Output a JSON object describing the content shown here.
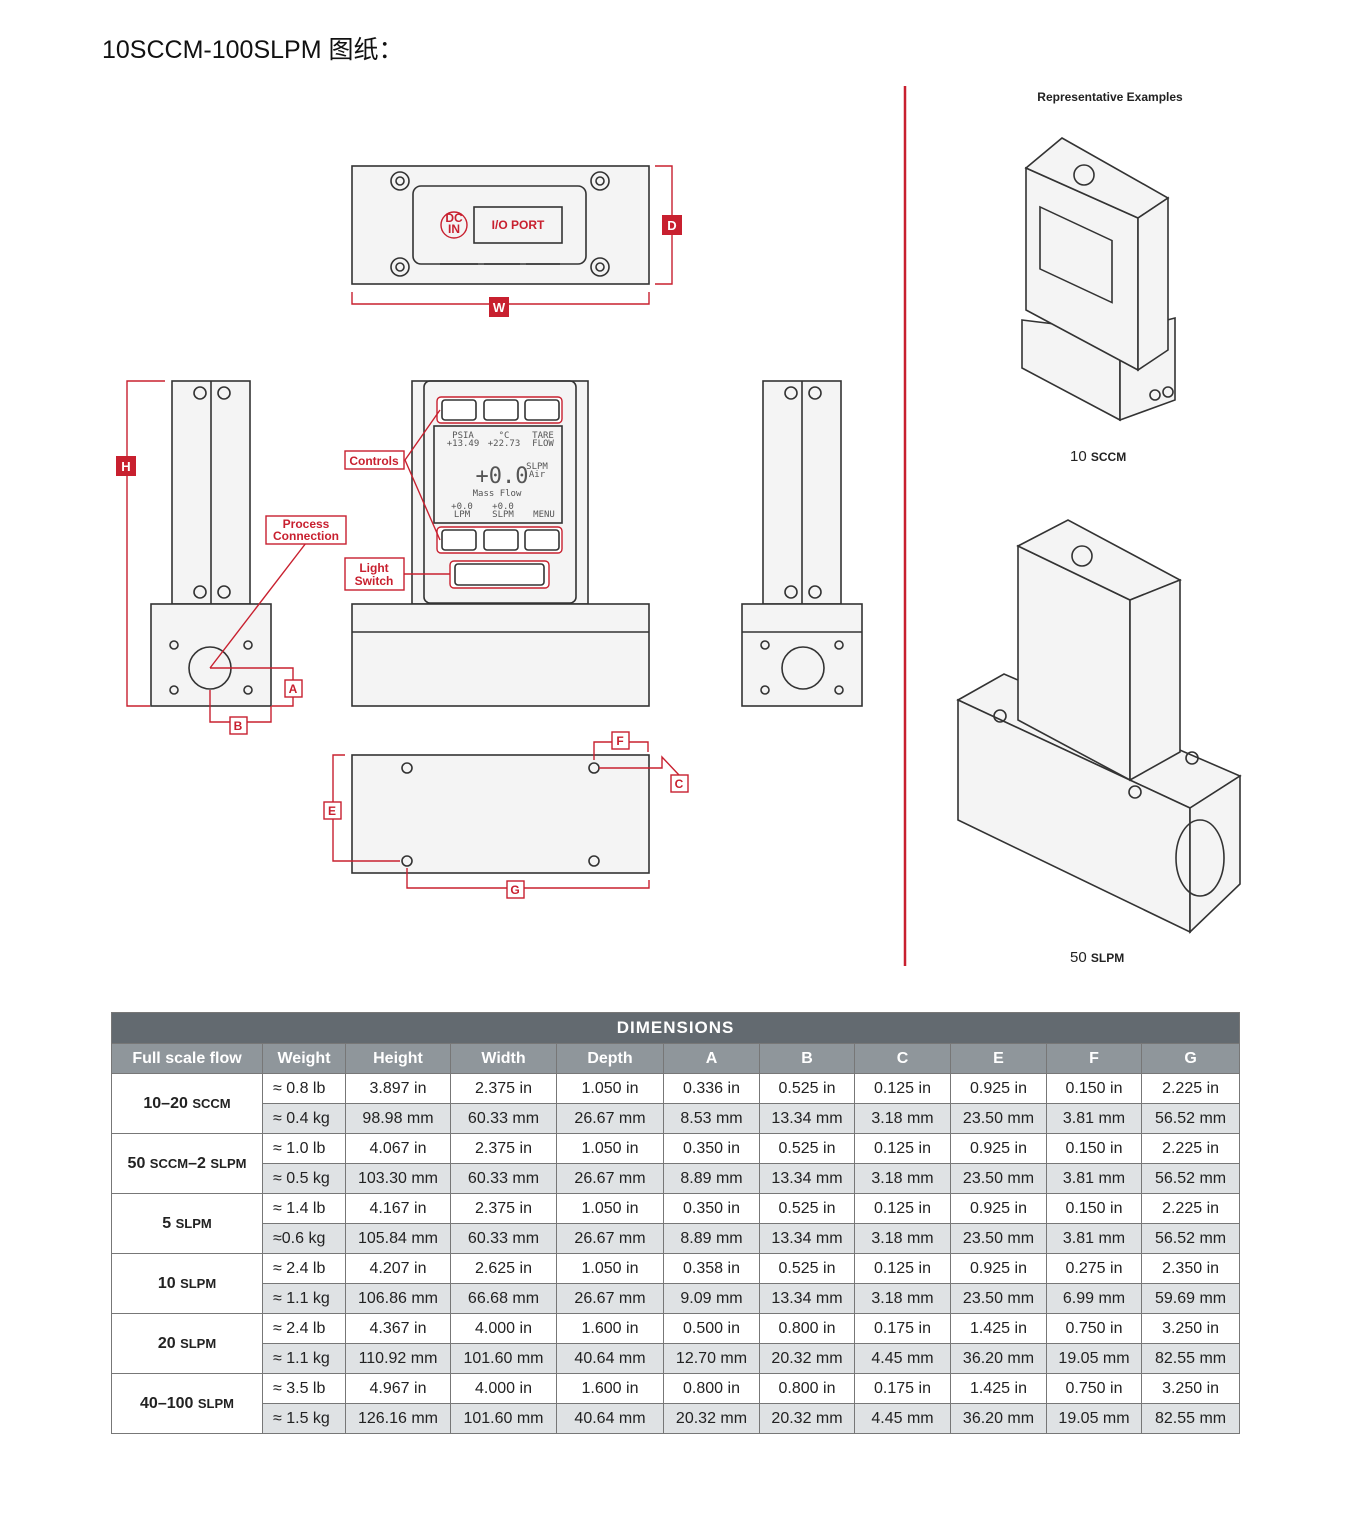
{
  "heading": "10SCCM-100SLPM 图纸：",
  "drawing": {
    "dc_in": [
      "DC",
      "IN"
    ],
    "io_port": "I/O PORT",
    "dim_labels": {
      "D": "D",
      "W": "W",
      "H": "H",
      "A": "A",
      "B": "B",
      "C": "C",
      "E": "E",
      "F": "F",
      "G": "G"
    },
    "callouts": {
      "controls": "Controls",
      "process": [
        "Process",
        "Connection"
      ],
      "light": [
        "Light",
        "Switch"
      ]
    },
    "screen": {
      "top": [
        [
          "PSIA",
          "+13.49"
        ],
        [
          "°C",
          "+22.73"
        ],
        [
          "TARE",
          "FLOW"
        ]
      ],
      "big": "+0.0",
      "unit": [
        "SLPM",
        "Air"
      ],
      "caption": "Mass Flow",
      "bottom": [
        [
          "+0.0",
          "LPM"
        ],
        [
          "+0.0",
          "SLPM"
        ],
        [
          "",
          "MENU"
        ]
      ]
    },
    "rep_title": "Representative Examples",
    "ex1_label": [
      "10",
      "SCCM"
    ],
    "ex2_label": [
      "50",
      "SLPM"
    ]
  },
  "table": {
    "title": "DIMENSIONS",
    "headers": [
      "Full scale flow",
      "Weight",
      "Height",
      "Width",
      "Depth",
      "A",
      "B",
      "C",
      "E",
      "F",
      "G"
    ],
    "groups": [
      {
        "flow": [
          "10–20",
          "SCCM"
        ],
        "rows": [
          [
            "≈ 0.8 lb",
            "3.897 in",
            "2.375 in",
            "1.050 in",
            "0.336 in",
            "0.525 in",
            "0.125 in",
            "0.925 in",
            "0.150 in",
            "2.225 in"
          ],
          [
            "≈ 0.4 kg",
            "98.98 mm",
            "60.33 mm",
            "26.67 mm",
            "8.53 mm",
            "13.34 mm",
            "3.18 mm",
            "23.50 mm",
            "3.81 mm",
            "56.52 mm"
          ]
        ]
      },
      {
        "flow": [
          "50 ",
          "SCCM",
          "–2 ",
          "SLPM"
        ],
        "rows": [
          [
            "≈ 1.0 lb",
            "4.067 in",
            "2.375 in",
            "1.050 in",
            "0.350 in",
            "0.525 in",
            "0.125 in",
            "0.925 in",
            "0.150 in",
            "2.225 in"
          ],
          [
            "≈ 0.5 kg",
            "103.30 mm",
            "60.33 mm",
            "26.67 mm",
            "8.89 mm",
            "13.34 mm",
            "3.18 mm",
            "23.50 mm",
            "3.81 mm",
            "56.52 mm"
          ]
        ]
      },
      {
        "flow": [
          "5",
          "SLPM"
        ],
        "rows": [
          [
            "≈ 1.4 lb",
            "4.167 in",
            "2.375 in",
            "1.050 in",
            "0.350 in",
            "0.525 in",
            "0.125 in",
            "0.925 in",
            "0.150 in",
            "2.225 in"
          ],
          [
            "≈0.6 kg",
            "105.84 mm",
            "60.33 mm",
            "26.67 mm",
            "8.89 mm",
            "13.34 mm",
            "3.18 mm",
            "23.50 mm",
            "3.81 mm",
            "56.52 mm"
          ]
        ]
      },
      {
        "flow": [
          "10",
          "SLPM"
        ],
        "rows": [
          [
            "≈ 2.4 lb",
            "4.207 in",
            "2.625 in",
            "1.050 in",
            "0.358 in",
            "0.525 in",
            "0.125 in",
            "0.925 in",
            "0.275 in",
            "2.350 in"
          ],
          [
            "≈ 1.1 kg",
            "106.86 mm",
            "66.68 mm",
            "26.67 mm",
            "9.09 mm",
            "13.34 mm",
            "3.18 mm",
            "23.50 mm",
            "6.99 mm",
            "59.69 mm"
          ]
        ]
      },
      {
        "flow": [
          "20",
          "SLPM"
        ],
        "rows": [
          [
            "≈ 2.4 lb",
            "4.367 in",
            "4.000 in",
            "1.600 in",
            "0.500 in",
            "0.800 in",
            "0.175 in",
            "1.425 in",
            "0.750 in",
            "3.250 in"
          ],
          [
            "≈ 1.1 kg",
            "110.92 mm",
            "101.60 mm",
            "40.64 mm",
            "12.70 mm",
            "20.32 mm",
            "4.45 mm",
            "36.20 mm",
            "19.05 mm",
            "82.55 mm"
          ]
        ]
      },
      {
        "flow": [
          "40–100",
          "SLPM"
        ],
        "rows": [
          [
            "≈ 3.5 lb",
            "4.967 in",
            "4.000 in",
            "1.600 in",
            "0.800 in",
            "0.800 in",
            "0.175 in",
            "1.425 in",
            "0.750 in",
            "3.250 in"
          ],
          [
            "≈ 1.5 kg",
            "126.16 mm",
            "101.60 mm",
            "40.64 mm",
            "20.32 mm",
            "20.32 mm",
            "4.45 mm",
            "36.20 mm",
            "19.05 mm",
            "82.55 mm"
          ]
        ]
      }
    ]
  }
}
